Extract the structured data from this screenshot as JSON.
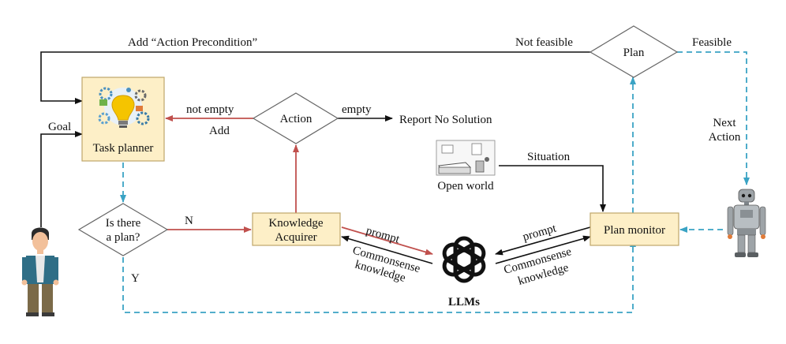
{
  "colors": {
    "box_fill": "#fdefc7",
    "box_stroke": "#bfa66a",
    "black_arrow": "#111111",
    "red_arrow": "#c0504d",
    "blue_dashed": "#3aa3c4"
  },
  "nodes": {
    "task_planner": "Task planner",
    "knowledge_acquirer_line1": "Knowledge",
    "knowledge_acquirer_line2": "Acquirer",
    "plan_monitor": "Plan monitor",
    "plan_decision": "Plan",
    "action_decision": "Action",
    "is_plan_line1": "Is there",
    "is_plan_line2": "a plan?",
    "llms": "LLMs",
    "open_world": "Open world",
    "report": "Report No Solution"
  },
  "edges": {
    "add_precondition": "Add “Action Precondition”",
    "not_feasible": "Not feasible",
    "feasible": "Feasible",
    "goal": "Goal",
    "not_empty": "not empty",
    "add": "Add",
    "empty": "empty",
    "n": "N",
    "y": "Y",
    "next_action_line1": "Next",
    "next_action_line2": "Action",
    "situation": "Situation",
    "prompt_left": "prompt",
    "prompt_right": "prompt",
    "commonsense_left_line1": "Commonsense",
    "commonsense_left_line2": "knowledge",
    "commonsense_right_line1": "Commonsense",
    "commonsense_right_line2": "knowledge"
  },
  "icons": {
    "task_planner": "lightbulb-gears-icon",
    "open_world": "bedroom-sketch-icon",
    "llms": "openai-logo-icon",
    "human": "person-icon",
    "robot": "robot-icon"
  }
}
